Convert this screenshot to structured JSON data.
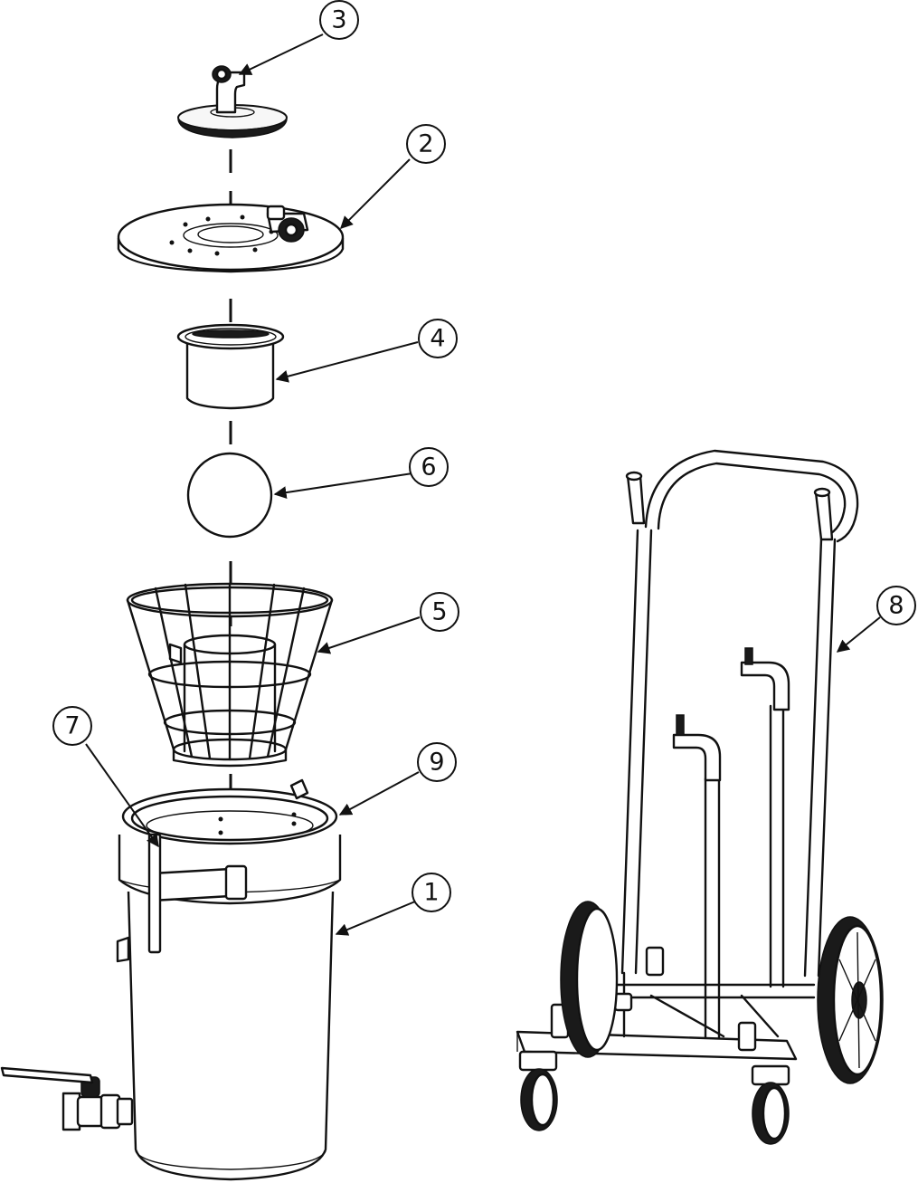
{
  "callouts": [
    {
      "id": "3",
      "label": "3"
    },
    {
      "id": "2",
      "label": "2"
    },
    {
      "id": "4",
      "label": "4"
    },
    {
      "id": "6",
      "label": "6"
    },
    {
      "id": "5",
      "label": "5"
    },
    {
      "id": "7",
      "label": "7"
    },
    {
      "id": "9",
      "label": "9"
    },
    {
      "id": "1",
      "label": "1"
    },
    {
      "id": "8",
      "label": "8"
    }
  ]
}
